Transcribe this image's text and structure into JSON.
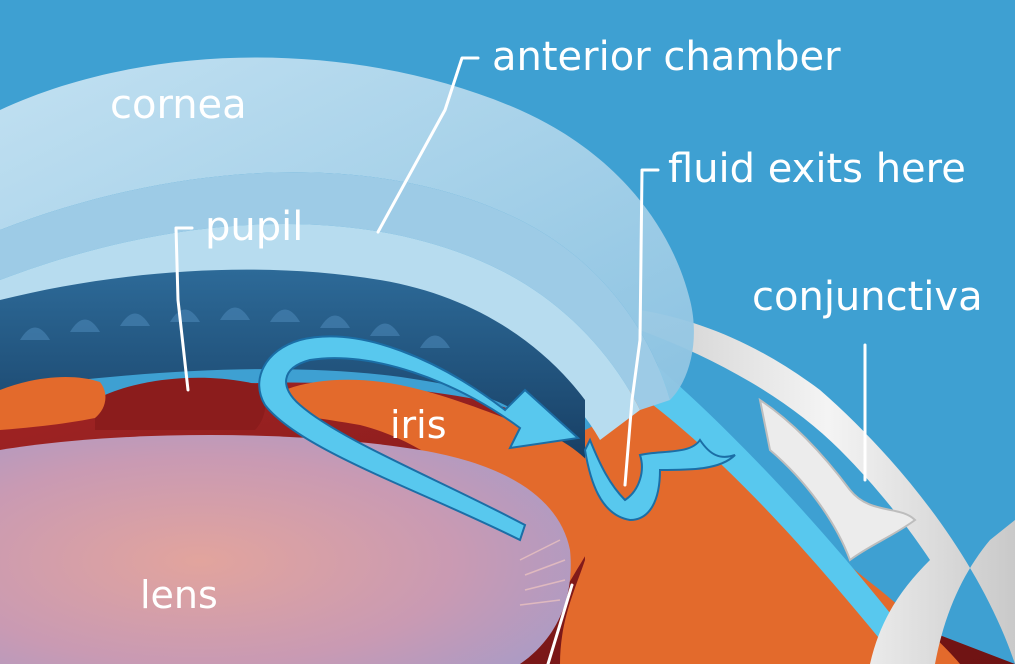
{
  "labels": {
    "cornea": "cornea",
    "anterior_chamber": "anterior chamber",
    "fluid_exits_here": "fluid exits here",
    "pupil": "pupil",
    "conjunctiva": "conjunctiva",
    "iris": "iris",
    "lens": "lens"
  },
  "colors": {
    "background": "#3ea0d2",
    "cornea": "#a9d3ea",
    "iris_dark": "#1f4d78",
    "iris_tissue": "#e36a2c",
    "pupil_red": "#8b1c1c",
    "lens": "#c7a4b6",
    "fluid_arrow": "#58c8ee",
    "conjunctiva": "#e6e6e6"
  }
}
